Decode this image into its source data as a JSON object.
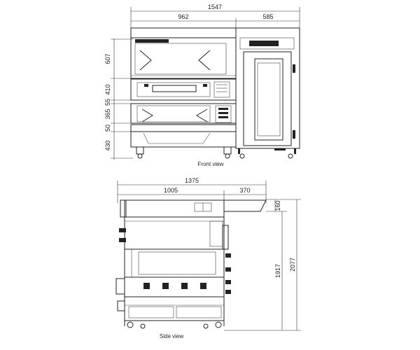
{
  "front_view": {
    "caption": "Front view",
    "dims_horizontal": {
      "total": "1547",
      "left": "962",
      "right": "585"
    },
    "dims_vertical": {
      "top": "607",
      "deck1": "410",
      "gap": "55",
      "deck2": "365",
      "base": "50",
      "stand": "430"
    }
  },
  "side_view": {
    "caption": "Side view",
    "dims_horizontal": {
      "total": "1375",
      "left": "1005",
      "right": "370"
    },
    "dims_vertical": {
      "hood": "160",
      "mid": "1917",
      "total": "2077"
    }
  },
  "colors": {
    "line": "#222222",
    "background": "#ffffff"
  }
}
